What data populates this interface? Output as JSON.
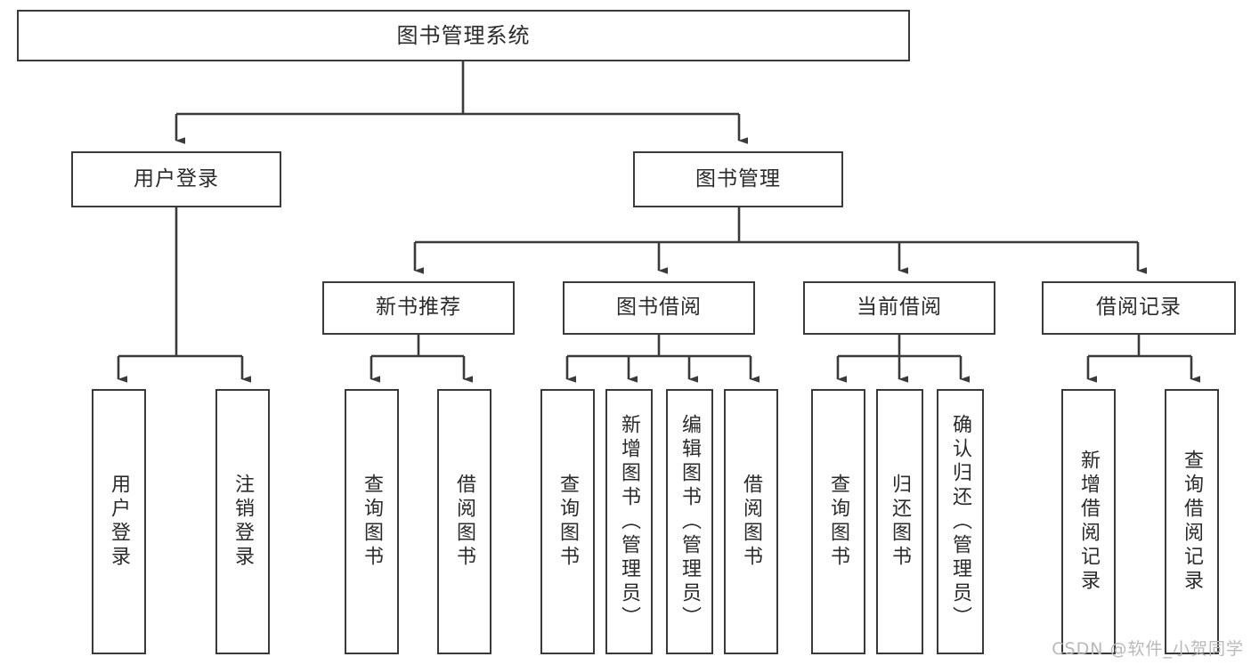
{
  "diagram": {
    "title": "图书管理系统",
    "type": "tree",
    "root": {
      "label": "图书管理系统"
    },
    "level2": [
      {
        "label": "用户登录"
      },
      {
        "label": "图书管理"
      }
    ],
    "level3": [
      {
        "label": "新书推荐"
      },
      {
        "label": "图书借阅"
      },
      {
        "label": "当前借阅"
      },
      {
        "label": "借阅记录"
      }
    ],
    "leaves": [
      {
        "label": "用户登录"
      },
      {
        "label": "注销登录"
      },
      {
        "label": "查询图书"
      },
      {
        "label": "借阅图书"
      },
      {
        "label": "查询图书"
      },
      {
        "label": "新增图书（管理员）"
      },
      {
        "label": "编辑图书（管理员）"
      },
      {
        "label": "借阅图书"
      },
      {
        "label": "查询图书"
      },
      {
        "label": "归还图书"
      },
      {
        "label": "确认归还（管理员）"
      },
      {
        "label": "新增借阅记录"
      },
      {
        "label": "查询借阅记录"
      }
    ]
  },
  "watermark": {
    "text": "CSDN @软件_小贺同学"
  },
  "colors": {
    "border": "#3a3a3a",
    "text": "#2b2b2b",
    "background": "#ffffff",
    "watermark": "#b9b9b9"
  }
}
